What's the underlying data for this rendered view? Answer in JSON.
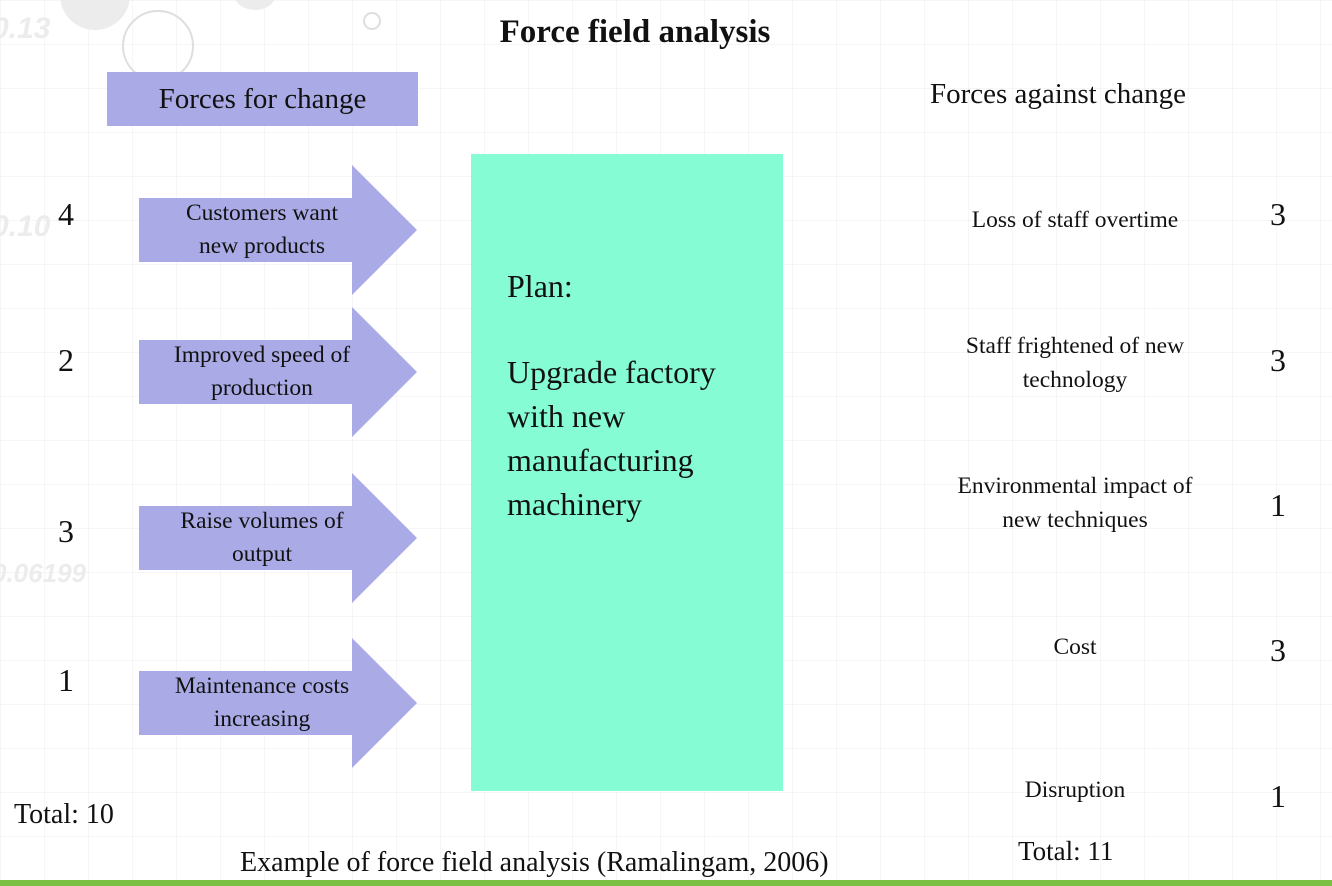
{
  "title": "Force field analysis",
  "for_header": "Forces for change",
  "against_header": "Forces against change",
  "forces_for": [
    {
      "lines": [
        "Customers want",
        "new products"
      ],
      "weight": "4"
    },
    {
      "lines": [
        "Improved speed of",
        "production"
      ],
      "weight": "2"
    },
    {
      "lines": [
        "Raise volumes of",
        "output"
      ],
      "weight": "3"
    },
    {
      "lines": [
        "Maintenance costs",
        "increasing"
      ],
      "weight": "1"
    }
  ],
  "plan": {
    "heading": "Plan:",
    "text": "Upgrade factory with new manufacturing machinery"
  },
  "forces_against": [
    {
      "lines": [
        "Loss of staff overtime"
      ],
      "weight": "3"
    },
    {
      "lines": [
        "Staff frightened of new",
        "technology"
      ],
      "weight": "3"
    },
    {
      "lines": [
        "Environmental impact of",
        "new techniques"
      ],
      "weight": "1"
    },
    {
      "lines": [
        "Cost"
      ],
      "weight": "3"
    },
    {
      "lines": [
        "Disruption"
      ],
      "weight": "1"
    }
  ],
  "total_for": "Total: 10",
  "total_against": "Total: 11",
  "caption": "Example of force field analysis (Ramalingam, 2006)",
  "background_numbers": [
    "0.13",
    "0.10",
    "0.06199"
  ],
  "colors": {
    "arrow_fill": "#aaaae6",
    "header_fill": "#aaaae6",
    "plan_fill": "#86fcd4",
    "bottom_line": "#7cc043"
  }
}
